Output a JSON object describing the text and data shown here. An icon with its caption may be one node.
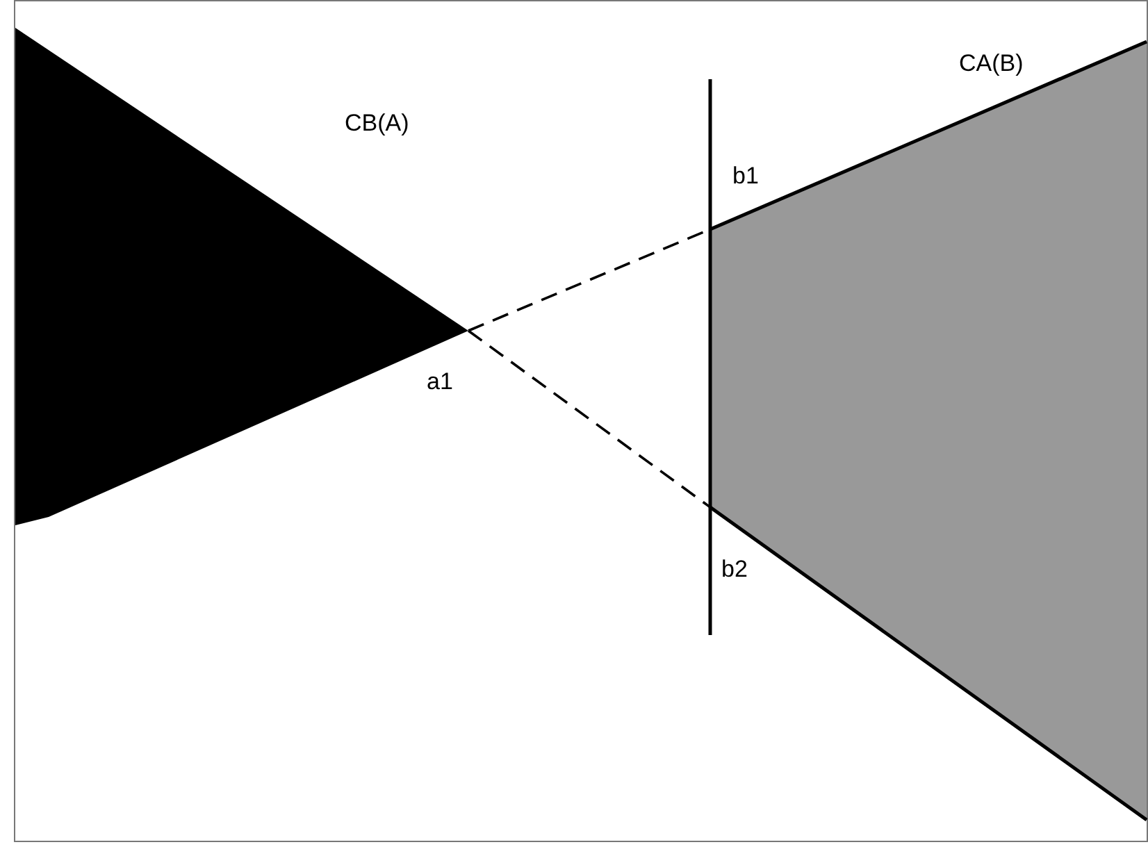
{
  "diagram": {
    "labels": [
      "CB(A)",
      "CA(B)",
      "b1",
      "a1",
      "b2"
    ]
  }
}
